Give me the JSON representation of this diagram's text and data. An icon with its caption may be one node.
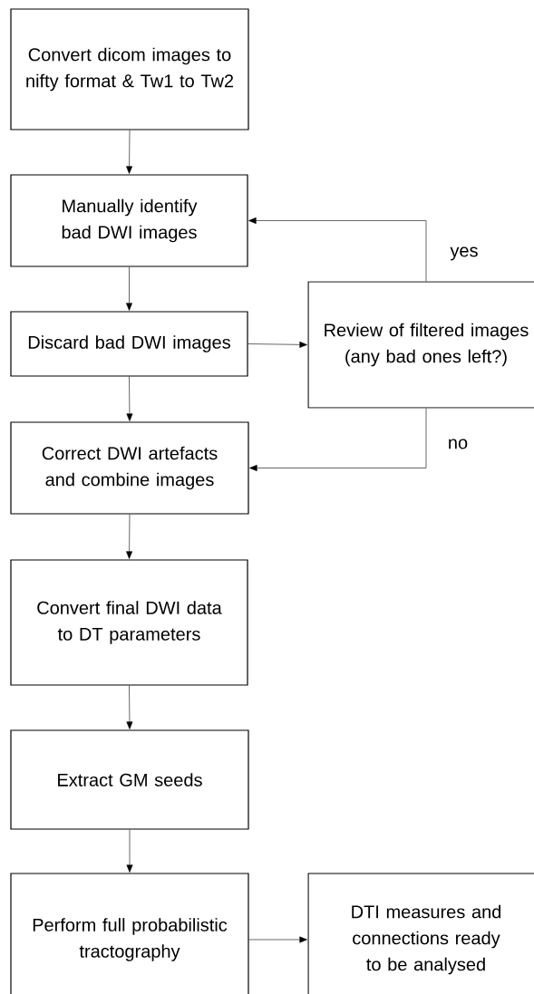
{
  "diagram": {
    "nodes": [
      {
        "text": [
          "Convert dicom images to nifty format & Tw1 to Tw2"
        ]
      },
      {
        "text": [
          "Manually identify bad DWI images"
        ]
      },
      {
        "text": [
          "Discard bad DWI images"
        ]
      },
      {
        "text": [
          "Correct DWI artefacts and combine images"
        ]
      },
      {
        "text": [
          "Convert final DWI data to DT parameters"
        ]
      },
      {
        "text": [
          "Extract GM seeds"
        ]
      },
      {
        "text": [
          "Perform full probabilistic tractography"
        ]
      },
      {
        "text": [
          "Review of filtered images (any bad ones left?)"
        ]
      },
      {
        "text": [
          "DTI measures and connections ready to be analysed"
        ]
      }
    ],
    "edges": [
      {
        "from": 0,
        "to": 1,
        "arrow": "to"
      },
      {
        "from": 1,
        "to": 2,
        "arrow": "to"
      },
      {
        "from": 2,
        "to": 3,
        "arrow": "to"
      },
      {
        "from": 3,
        "to": 4,
        "arrow": "to"
      },
      {
        "from": 4,
        "to": 5,
        "arrow": "to"
      },
      {
        "from": 5,
        "to": 6,
        "arrow": "to"
      },
      {
        "from": 2,
        "to": 7,
        "arrow": "to"
      },
      {
        "from": 7,
        "to": 1,
        "arrow": "to",
        "label": "yes"
      },
      {
        "from": 7,
        "to": 3,
        "arrow": "to",
        "label": "no"
      },
      {
        "from": 6,
        "to": 8,
        "arrow": "to"
      }
    ]
  }
}
